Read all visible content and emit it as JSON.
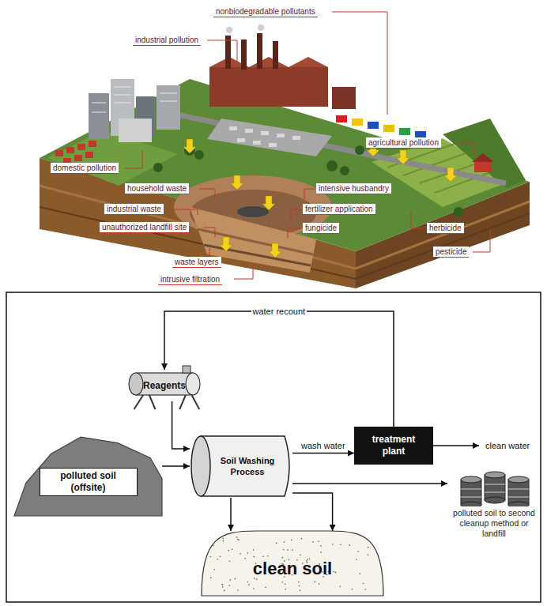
{
  "diagram": {
    "nodes": [
      {
        "text": [
          "Reagents"
        ]
      },
      {
        "text": [
          "Soil Washing Process"
        ]
      },
      {
        "text": [
          "treatment plant"
        ]
      },
      {
        "text": [
          "polluted soil (offsite)"
        ]
      },
      {
        "text": [
          "clean soil"
        ]
      },
      {
        "text": [
          "polluted soil to second cleanup method or landfill"
        ]
      }
    ],
    "edges": [
      {
        "from": 0,
        "to": 1,
        "arrow": "to"
      },
      {
        "from": 3,
        "to": 1,
        "arrow": "to"
      },
      {
        "from": 1,
        "to": 2,
        "label": "wash water",
        "arrow": "to"
      },
      {
        "from": 2,
        "to": 0,
        "label": "water recount",
        "arrow": "to"
      },
      {
        "from": 1,
        "to": 5,
        "arrow": "to"
      },
      {
        "from": 1,
        "to": 4,
        "arrow": "to"
      },
      {
        "from": 1,
        "to": 4,
        "arrow": "to"
      }
    ],
    "labels": [
      "nonbiodegradable pollutants",
      "industrial pollution",
      "agricultural pollution",
      "domestic pollution",
      "household waste",
      "intensive husbandry",
      "industrial waste",
      "fertilizer application",
      "unauthorized landfill site",
      "fungicide",
      "herbicide",
      "pesticide",
      "waste layers",
      "intrusive filtration",
      "clean water"
    ]
  }
}
